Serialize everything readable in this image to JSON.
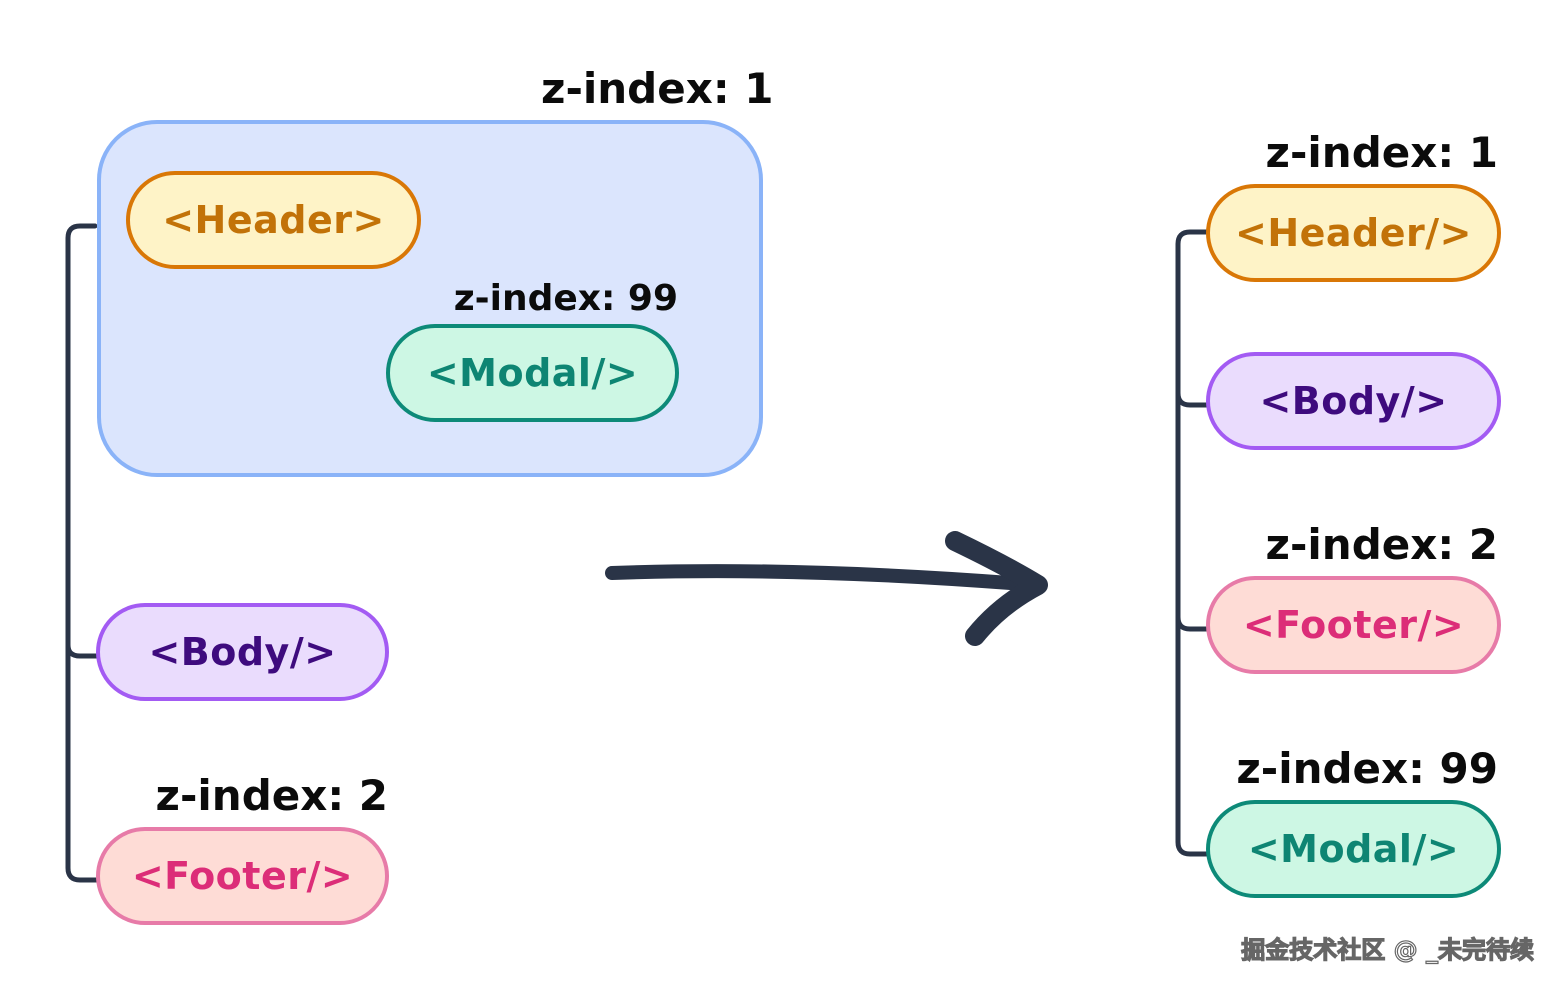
{
  "left_tree": {
    "stacking_context_label": "z-index: 1",
    "header": "<Header>",
    "modal_label": "z-index: 99",
    "modal": "<Modal/>",
    "body": "<Body/>",
    "footer_label": "z-index: 2",
    "footer": "<Footer/>"
  },
  "right_tree": {
    "header_label": "z-index: 1",
    "header": "<Header/>",
    "body": "<Body/>",
    "footer_label": "z-index: 2",
    "footer": "<Footer/>",
    "modal_label": "z-index: 99",
    "modal": "<Modal/>"
  },
  "watermark": "掘金技术社区 @ _未完待续",
  "colors": {
    "line": "#2a3447",
    "header_bg": "#fef3c7",
    "header_border": "#d97706",
    "modal_bg": "#cdf7e4",
    "modal_border": "#0d8a78",
    "body_bg": "#eadcfd",
    "body_border": "#a35bf3",
    "footer_bg": "#fedcd6",
    "footer_border": "#e77ba8",
    "context_bg": "#dbe5fd",
    "context_border": "#8ab3f8"
  }
}
